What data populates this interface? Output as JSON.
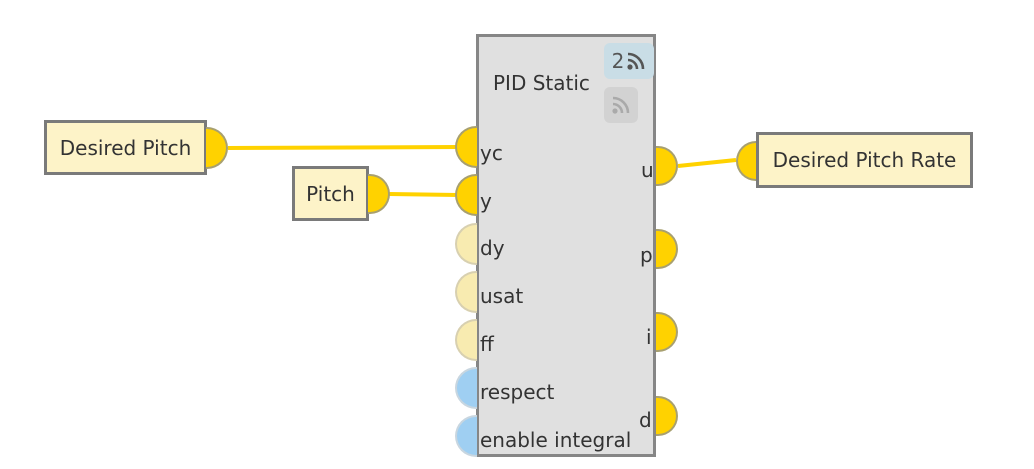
{
  "external_nodes": {
    "desired_pitch": "Desired Pitch",
    "pitch": "Pitch",
    "desired_pitch_rate": "Desired Pitch Rate"
  },
  "pid_block": {
    "title": "PID Static",
    "subscriber_count": "2",
    "badge_icon": "rss-feed-icon",
    "inputs": [
      "yc",
      "y",
      "dy",
      "usat",
      "ff",
      "respect",
      "enable integral"
    ],
    "outputs": [
      "u",
      "p",
      "i",
      "d"
    ]
  },
  "colors": {
    "wire": "#ffd200",
    "port_connected": "#ffd200",
    "port_unconnected": "#f8ebb0",
    "port_boolean": "#9fcff2",
    "node_fill": "#fdf3c8",
    "block_fill": "#e0e0e0"
  }
}
